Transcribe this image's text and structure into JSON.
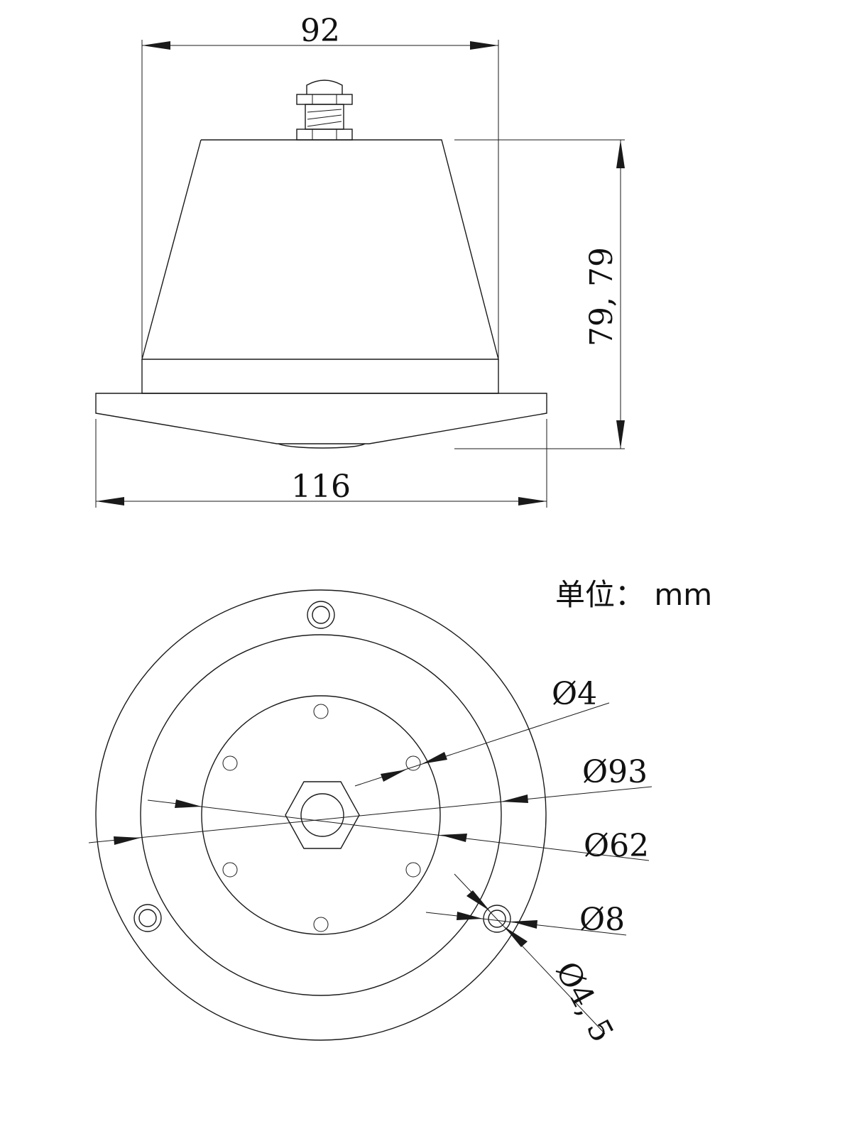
{
  "side_view": {
    "width_top": "92",
    "width_base": "116",
    "height": "79, 79"
  },
  "bottom_view": {
    "unit_label": "单位： mm",
    "dia_hole_small": "Ø4",
    "dia_outer_ring": "Ø93",
    "dia_inner_ring": "Ø62",
    "dia_mount_outer": "Ø8",
    "dia_mount_inner": "Ø4, 5"
  }
}
